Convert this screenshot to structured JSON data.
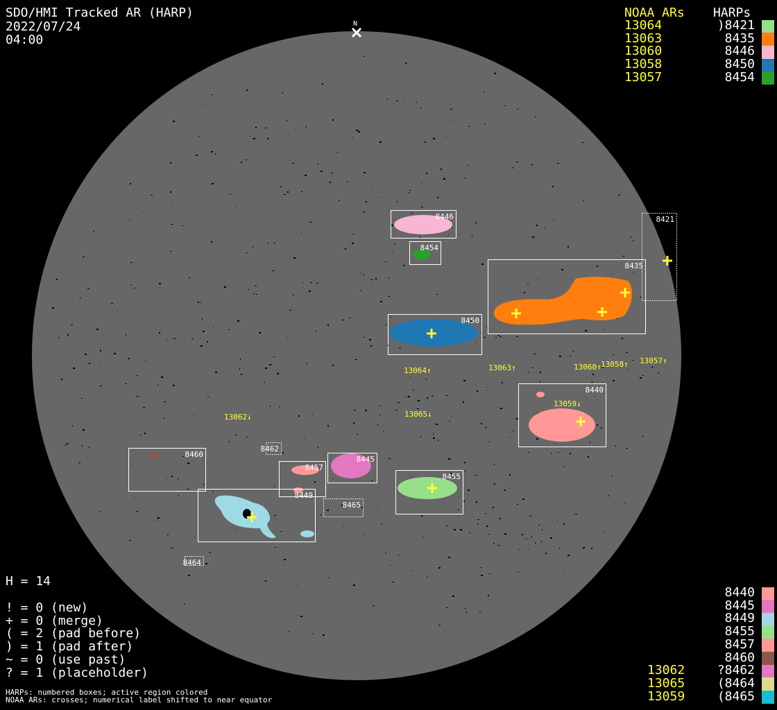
{
  "header": {
    "title": "SDO/HMI Tracked AR (HARP)",
    "date": "2022/07/24",
    "time": "04:00"
  },
  "north_label": "N",
  "legend_top": {
    "noaa_heading": "NOAA ARs",
    "harp_heading": "HARPs",
    "rows": [
      {
        "noaa": "13064",
        "harp": ")8421",
        "color": "#98df8a"
      },
      {
        "noaa": "13063",
        "harp": "8435",
        "color": "#ff7f0e"
      },
      {
        "noaa": "13060",
        "harp": "8446",
        "color": "#f7b6d2"
      },
      {
        "noaa": "13058",
        "harp": "8450",
        "color": "#1f77b4"
      },
      {
        "noaa": "13057",
        "harp": "8454",
        "color": "#2ca02c"
      }
    ]
  },
  "legend_bottom": {
    "rows": [
      {
        "noaa": "",
        "harp": "8440",
        "color": "#ff9896"
      },
      {
        "noaa": "",
        "harp": "8445",
        "color": "#e377c2"
      },
      {
        "noaa": "",
        "harp": "8449",
        "color": "#9edae5"
      },
      {
        "noaa": "",
        "harp": "8455",
        "color": "#98df8a"
      },
      {
        "noaa": "",
        "harp": "8457",
        "color": "#ff9896"
      },
      {
        "noaa": "",
        "harp": "8460",
        "color": "#8c564b"
      },
      {
        "noaa": "13062",
        "harp": "?8462",
        "color": "#e377c2"
      },
      {
        "noaa": "13065",
        "harp": "(8464",
        "color": "#dbdb8d"
      },
      {
        "noaa": "13059",
        "harp": "(8465",
        "color": "#17becf"
      }
    ]
  },
  "stats": {
    "h": "H = 14",
    "lines": [
      "! = 0 (new)",
      "+ = 0 (merge)",
      "( = 2 (pad before)",
      ") = 1 (pad after)",
      "~ = 0 (use past)",
      "? = 1 (placeholder)"
    ]
  },
  "footnotes": [
    "HARPs: numbered boxes; active region colored",
    "NOAA ARs: crosses; numerical label shifted to near equator"
  ],
  "harps": [
    "8446",
    "8454",
    "8435",
    "8421",
    "8450",
    "8440",
    "8460",
    "8462",
    "8457",
    "8445",
    "8449",
    "8465",
    "8455",
    "8464"
  ],
  "noaa_labels": [
    "13062↓",
    "13065↓",
    "13064↑",
    "13063↑",
    "13060↑",
    "13058↑",
    "13057↑",
    "13059↓"
  ]
}
